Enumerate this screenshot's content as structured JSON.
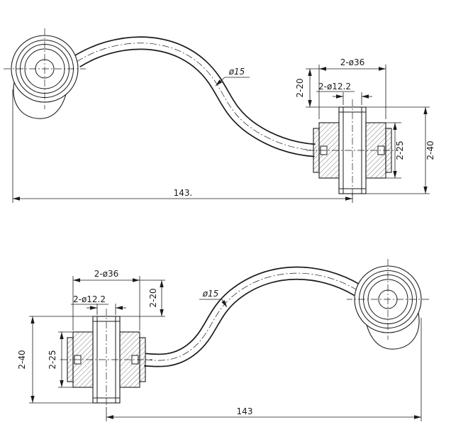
{
  "top_view": {
    "od": "2-ø36",
    "bore": "2-ø12.2",
    "offset": "2-20",
    "rod_dia": "ø15",
    "inner_width": "2-25",
    "outer_width": "2-40",
    "length": "143."
  },
  "bottom_view": {
    "od": "2-ø36",
    "bore": "2-ø12.2",
    "offset": "2-20",
    "rod_dia": "ø15",
    "inner_width": "2-25",
    "outer_width": "2-40",
    "length": "143"
  },
  "colors": {
    "line": "#1a1a1a",
    "background": "#ffffff"
  }
}
